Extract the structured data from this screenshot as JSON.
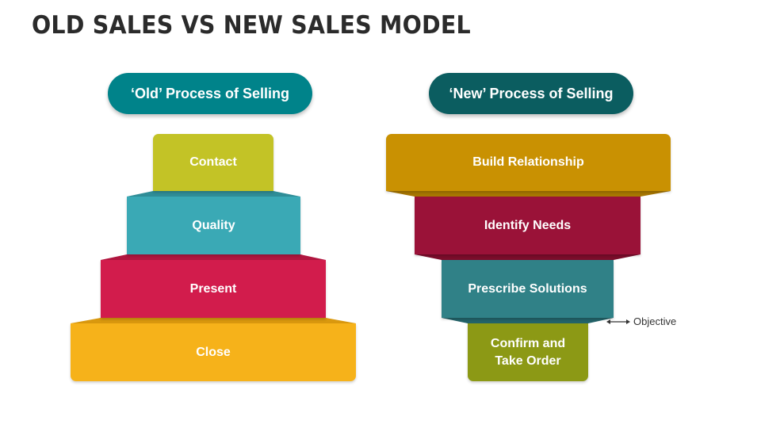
{
  "title": "OLD SALES VS NEW SALES MODEL",
  "old_process": {
    "header": "‘Old’ Process of Selling",
    "steps": [
      {
        "label": "Contact",
        "color": "#c3c326",
        "top_color": "#a8aa1f"
      },
      {
        "label": "Quality",
        "color": "#3aa9b5",
        "top_color": "#2f8d97"
      },
      {
        "label": "Present",
        "color": "#d21c4c",
        "top_color": "#b0163f"
      },
      {
        "label": "Close",
        "color": "#f6b21a",
        "top_color": "#d9980e"
      }
    ]
  },
  "new_process": {
    "header": "‘New’ Process of Selling",
    "steps": [
      {
        "label": "Build Relationship",
        "color": "#c99102",
        "bottom_color": "#a87702"
      },
      {
        "label": "Identify Needs",
        "color": "#9a1238",
        "bottom_color": "#7b0d2b"
      },
      {
        "label": "Prescribe Solutions",
        "color": "#308187",
        "bottom_color": "#236369"
      },
      {
        "label": "Confirm and\nTake Order",
        "color": "#8c9915",
        "bottom_color": "#70790f"
      }
    ]
  },
  "annotation": {
    "label": "Objective",
    "icon": "double-arrow-icon"
  }
}
